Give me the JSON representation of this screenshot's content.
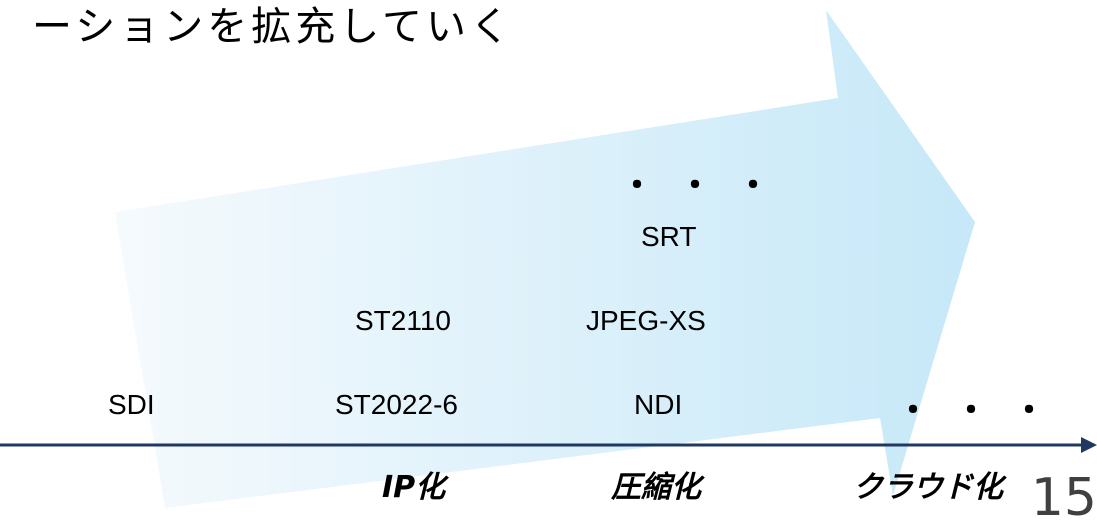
{
  "heading": "ーションを拡充していく",
  "technologies": {
    "sdi": "SDI",
    "st2022_6": "ST2022-6",
    "st2110": "ST2110",
    "ndi": "NDI",
    "jpeg_xs": "JPEG-XS",
    "srt": "SRT"
  },
  "ellipsis_top": "・・・",
  "ellipsis_right": "・・・",
  "eras": {
    "ip": "IP化",
    "compression": "圧縮化",
    "cloud": "クラウド化"
  },
  "page_number": "15",
  "colors": {
    "arrow_light": "#f4f9fd",
    "arrow_dark": "#c9e9f8",
    "axis": "#1f3864"
  }
}
